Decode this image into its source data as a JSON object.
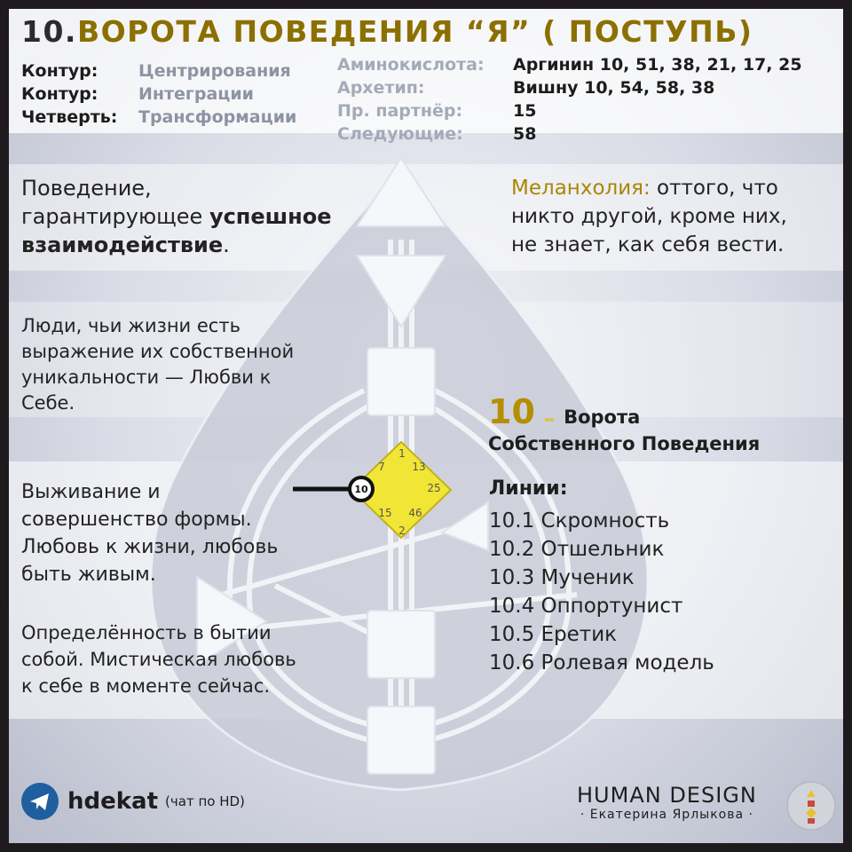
{
  "header": {
    "title_number": "10.",
    "title_text": "ВОРОТА ПОВЕДЕНИЯ “Я” ( ПОСТУПЬ)"
  },
  "meta_left": [
    {
      "key": "Контур:",
      "value": "Центрирования"
    },
    {
      "key": "Контур:",
      "value": "Интеграции"
    },
    {
      "key": "Четверть:",
      "value": "Трансформации"
    }
  ],
  "meta_right": [
    {
      "key": "Аминокислота:",
      "value": "Аргинин 10, 51, 38, 21, 17, 25"
    },
    {
      "key": "Архетип:",
      "value": "Вишну 10, 54, 58, 38"
    },
    {
      "key": "Пр. партнёр:",
      "value": "15"
    },
    {
      "key": "Следующие:",
      "value": "58"
    }
  ],
  "behavior": {
    "line1": "Поведение,",
    "line2_normal": "гарантирующее ",
    "line2_bold": "успешное",
    "line3_bold": "взаимодействие",
    "line3_end": "."
  },
  "melancholy": {
    "label": "Меланхолия:",
    "line1": " оттого, что",
    "line2": "никто другой, кроме них,",
    "line3": "не знает, как себя вести."
  },
  "people": [
    "Люди, чьи жизни есть",
    "выражение их собственной",
    "уникальности — Любви к",
    "Себе."
  ],
  "survival": [
    "Выживание и",
    "совершенство формы.",
    "Любовь к жизни, любовь",
    "быть живым."
  ],
  "certainty": [
    "Определённость в бытии",
    "собой. Мистическая любовь",
    "к себе в моменте сейчас."
  ],
  "gate_block": {
    "number": "10",
    "line1": "Ворота",
    "line2": "Собственного Поведения"
  },
  "lines": {
    "header": "Линии:",
    "items": [
      "10.1 Скромность",
      "10.2 Отшельник",
      "10.3 Мученик",
      "10.4 Оппортунист",
      "10.5 Еретик",
      "10.6 Ролевая модель"
    ]
  },
  "g_center": {
    "gates": [
      "1",
      "7",
      "13",
      "25",
      "10",
      "15",
      "46",
      "2"
    ],
    "active_gate": "10",
    "color": "#f1e536"
  },
  "footer": {
    "handle": "hdekat",
    "handle_note": "(чат по HD)",
    "brand": "HUMAN DESIGN",
    "author": "· Екатерина Ярлыкова ·"
  },
  "colors": {
    "title_gold": "#8b7000",
    "accent_gold": "#a88800",
    "telegram_blue": "#1f5f9f",
    "g_yellow": "#f1e536"
  }
}
